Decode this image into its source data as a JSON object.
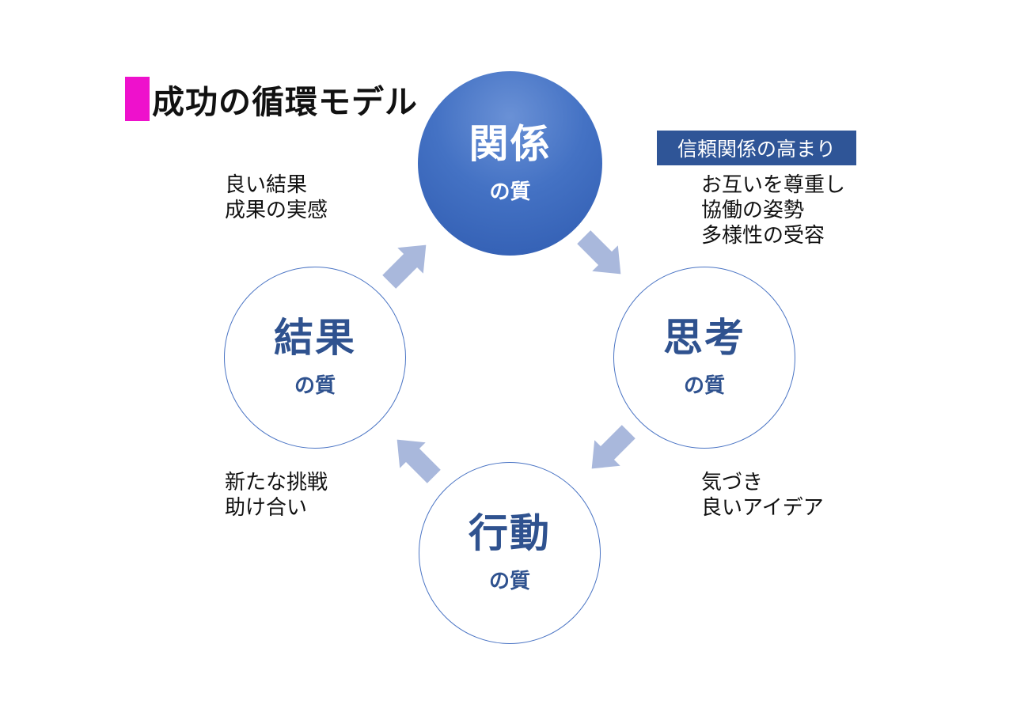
{
  "title": "成功の循環モデル",
  "colors": {
    "title_marker": "#ee11cc",
    "circle_fill": "#4472c4",
    "circle_outline": "#4a74c4",
    "circle_text": "#2f528f",
    "arrow_fill": "#a9b8dc",
    "badge_bg": "#2f5597"
  },
  "cycle": {
    "relationship": {
      "main": "関係",
      "sub": "の質"
    },
    "thinking": {
      "main": "思考",
      "sub": "の質"
    },
    "action": {
      "main": "行動",
      "sub": "の質"
    },
    "result": {
      "main": "結果",
      "sub": "の質"
    }
  },
  "annotations": {
    "relationship_badge": "信頼関係の高まり",
    "relationship_points": [
      "お互いを尊重し",
      "協働の姿勢",
      "多様性の受容"
    ],
    "thinking_points": [
      "気づき",
      "良いアイデア"
    ],
    "action_points": [
      "新たな挑戦",
      "助け合い"
    ],
    "result_points": [
      "良い結果",
      "成果の実感"
    ]
  }
}
